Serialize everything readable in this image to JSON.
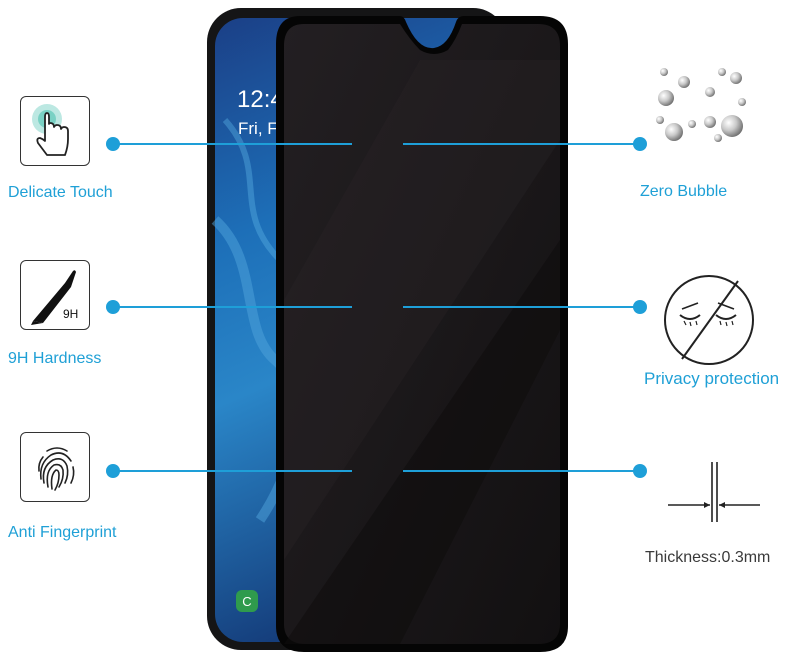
{
  "features": {
    "left": [
      {
        "label": "Delicate Touch",
        "icon": "touch-hand-icon"
      },
      {
        "label": "9H Hardness",
        "icon": "knife-9h-icon",
        "badge": "9H"
      },
      {
        "label": "Anti Fingerprint",
        "icon": "fingerprint-icon"
      }
    ],
    "right": [
      {
        "label": "Zero Bubble",
        "icon": "water-bubbles-icon"
      },
      {
        "label": "Privacy protection",
        "icon": "privacy-eyes-icon"
      },
      {
        "label": "Thickness:0.3mm",
        "icon": "thickness-arrows-icon"
      }
    ]
  },
  "phone": {
    "lockscreen_time": "12:4",
    "lockscreen_date": "Fri, F",
    "app_icon_letter": "C"
  },
  "colors": {
    "accent": "#1e9fd8",
    "glass": "#1a1719",
    "screen": "#1d5ea8"
  }
}
